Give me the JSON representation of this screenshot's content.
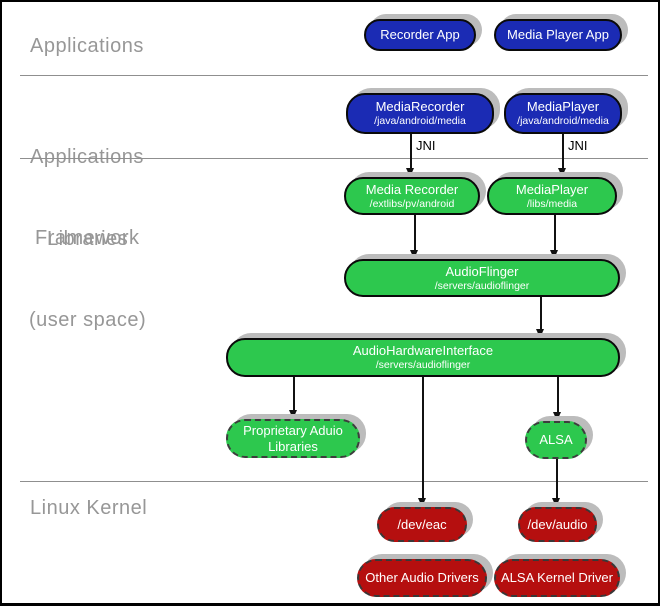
{
  "sections": {
    "applications": {
      "label": "Applications"
    },
    "framework": {
      "line1": "Applications",
      "line2": "Framework"
    },
    "libraries": {
      "line1": "Libraries",
      "line2": "(user space)"
    },
    "kernel": {
      "label": "Linux Kernel"
    }
  },
  "boxes": {
    "recorder_app": {
      "label": "Recorder App"
    },
    "media_player_app": {
      "label": "Media Player App"
    },
    "media_recorder_fw": {
      "label": "MediaRecorder",
      "sublabel": "/java/android/media"
    },
    "media_player_fw": {
      "label": "MediaPlayer",
      "sublabel": "/java/android/media"
    },
    "media_recorder_lib": {
      "label": "Media Recorder",
      "sublabel": "/extlibs/pv/android"
    },
    "media_player_lib": {
      "label": "MediaPlayer",
      "sublabel": "/libs/media"
    },
    "audio_flinger": {
      "label": "AudioFlinger",
      "sublabel": "/servers/audioflinger"
    },
    "audio_hardware_interface": {
      "label": "AudioHardwareInterface",
      "sublabel": "/servers/audioflinger"
    },
    "proprietary_audio_libraries": {
      "line1": "Proprietary Aduio",
      "line2": "Libraries"
    },
    "alsa": {
      "label": "ALSA"
    },
    "dev_eac": {
      "label": "/dev/eac"
    },
    "dev_audio": {
      "label": "/dev/audio"
    },
    "other_audio_drivers": {
      "label": "Other Audio Drivers"
    },
    "alsa_kernel_driver": {
      "label": "ALSA Kernel Driver"
    }
  },
  "connections": {
    "jni_label": "JNI"
  },
  "colors": {
    "application_blue": "#1b2bb4",
    "library_green": "#2dc84e",
    "kernel_red": "#b50f0f",
    "section_label_gray": "#979797",
    "shadow_gray": "#bcbcbc",
    "divider_gray": "#8f8f8f"
  }
}
